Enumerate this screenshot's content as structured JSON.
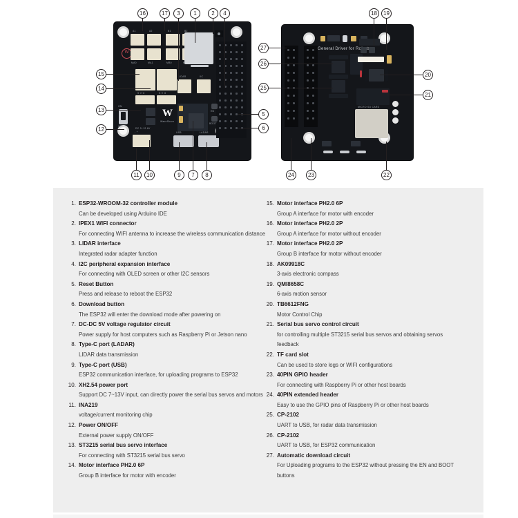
{
  "illustration": {
    "left_board": {
      "name": "Left controller board photo",
      "silkscreen": [
        "A1",
        "A2",
        "B1",
        "B2",
        "MA0",
        "MA1",
        "MB0",
        "MB1",
        "LIDAR",
        "IIC",
        "DC 9~12.6V",
        "WaveShare",
        "EN",
        "BOOT",
        "USB",
        "LADAR"
      ]
    },
    "right_board": {
      "name": "Right board photo (underside / driver side)",
      "silkscreen": [
        "General Driver for Robots",
        "MICRO SD CARD"
      ]
    },
    "callouts": [
      {
        "n": "16"
      },
      {
        "n": "17"
      },
      {
        "n": "3"
      },
      {
        "n": "1"
      },
      {
        "n": "2"
      },
      {
        "n": "4"
      },
      {
        "n": "15"
      },
      {
        "n": "14"
      },
      {
        "n": "13"
      },
      {
        "n": "12"
      },
      {
        "n": "11"
      },
      {
        "n": "10"
      },
      {
        "n": "9"
      },
      {
        "n": "7"
      },
      {
        "n": "8"
      },
      {
        "n": "5"
      },
      {
        "n": "6"
      },
      {
        "n": "18"
      },
      {
        "n": "19"
      },
      {
        "n": "27"
      },
      {
        "n": "26"
      },
      {
        "n": "25"
      },
      {
        "n": "20"
      },
      {
        "n": "21"
      },
      {
        "n": "24"
      },
      {
        "n": "23"
      },
      {
        "n": "22"
      }
    ]
  },
  "legend": {
    "left_column": [
      {
        "num": "1.",
        "title": "ESP32-WROOM-32 controller module",
        "desc": "Can be developed using Arduino IDE"
      },
      {
        "num": "2.",
        "title": "IPEX1 WIFI connector",
        "desc": "For connecting WIFI antenna to increase the wireless communication distance"
      },
      {
        "num": "3.",
        "title": "LIDAR interface",
        "desc": "Integrated radar adapter function"
      },
      {
        "num": "4.",
        "title": "I2C peripheral expansion interface",
        "desc": "For connecting with OLED screen or other I2C sensors"
      },
      {
        "num": "5.",
        "title": "Reset Button",
        "desc": "Press and release to reboot the ESP32"
      },
      {
        "num": "6.",
        "title": "Download button",
        "desc": "The ESP32 will enter the download mode after powering on"
      },
      {
        "num": "7.",
        "title": "DC-DC 5V voltage regulator circuit",
        "desc": "Power supply for host computers such as Raspberry Pi or Jetson nano"
      },
      {
        "num": "8.",
        "title": "Type-C port (LADAR)",
        "desc": "LIDAR data transmission"
      },
      {
        "num": "9.",
        "title": "Type-C port (USB)",
        "desc": "ESP32 communication interface, for uploading programs to ESP32"
      },
      {
        "num": "10.",
        "title": "XH2.54 power port",
        "desc": "Support DC 7~13V input, can directly power the serial bus servos and motors"
      },
      {
        "num": "11.",
        "title": "INA219",
        "desc": "voltage/current monitoring chip"
      },
      {
        "num": "12.",
        "title": "Power ON/OFF",
        "desc": "External power supply ON/OFF"
      },
      {
        "num": "13.",
        "title": "ST3215 serial bus servo interface",
        "desc": "For connecting with ST3215 serial bus servo"
      },
      {
        "num": "14.",
        "title": "Motor interface PH2.0 6P",
        "desc": "Group B interface for motor with encoder"
      }
    ],
    "right_column": [
      {
        "num": "15.",
        "title": "Motor interface PH2.0 6P",
        "desc": "Group A interface for motor with encoder"
      },
      {
        "num": "16.",
        "title": "Motor interface PH2.0 2P",
        "desc": "Group A interface for motor without encoder"
      },
      {
        "num": "17.",
        "title": "Motor interface PH2.0 2P",
        "desc": "Group B interface for motor without encoder"
      },
      {
        "num": "18.",
        "title": "AK09918C",
        "desc": "3-axis electronic compass"
      },
      {
        "num": "19.",
        "title": "QMI8658C",
        "desc": "6-axis motion sensor"
      },
      {
        "num": "20.",
        "title": "TB6612FNG",
        "desc": "Motor Control Chip"
      },
      {
        "num": "21.",
        "title": "Serial bus servo control circuit",
        "desc": "for controlling multiple ST3215 serial bus servos and obtaining servos feedback"
      },
      {
        "num": "22.",
        "title": "TF card slot",
        "desc": "Can be used to store logs or WIFI configurations"
      },
      {
        "num": "23.",
        "title": "40PIN GPIO header",
        "desc": "For connecting with Raspberry Pi or other host boards"
      },
      {
        "num": "24.",
        "title": "40PIN extended header",
        "desc": "Easy to use the GPIO pins of Raspberry Pi or other host boards"
      },
      {
        "num": "25.",
        "title": "CP-2102",
        "desc": "UART to USB, for radar data transmission"
      },
      {
        "num": "26.",
        "title": "CP-2102",
        "desc": "UART to USB, for ESP32 communication"
      },
      {
        "num": "27.",
        "title": "Automatic download circuit",
        "desc": "For Uploading programs to the ESP32 without pressing the EN and BOOT buttons"
      }
    ]
  },
  "colors": {
    "panel_background": "#eeeeee",
    "page_background": "#ffffff",
    "text": "#231f20",
    "board": "#14161a",
    "connector": "#e8e2cf"
  }
}
